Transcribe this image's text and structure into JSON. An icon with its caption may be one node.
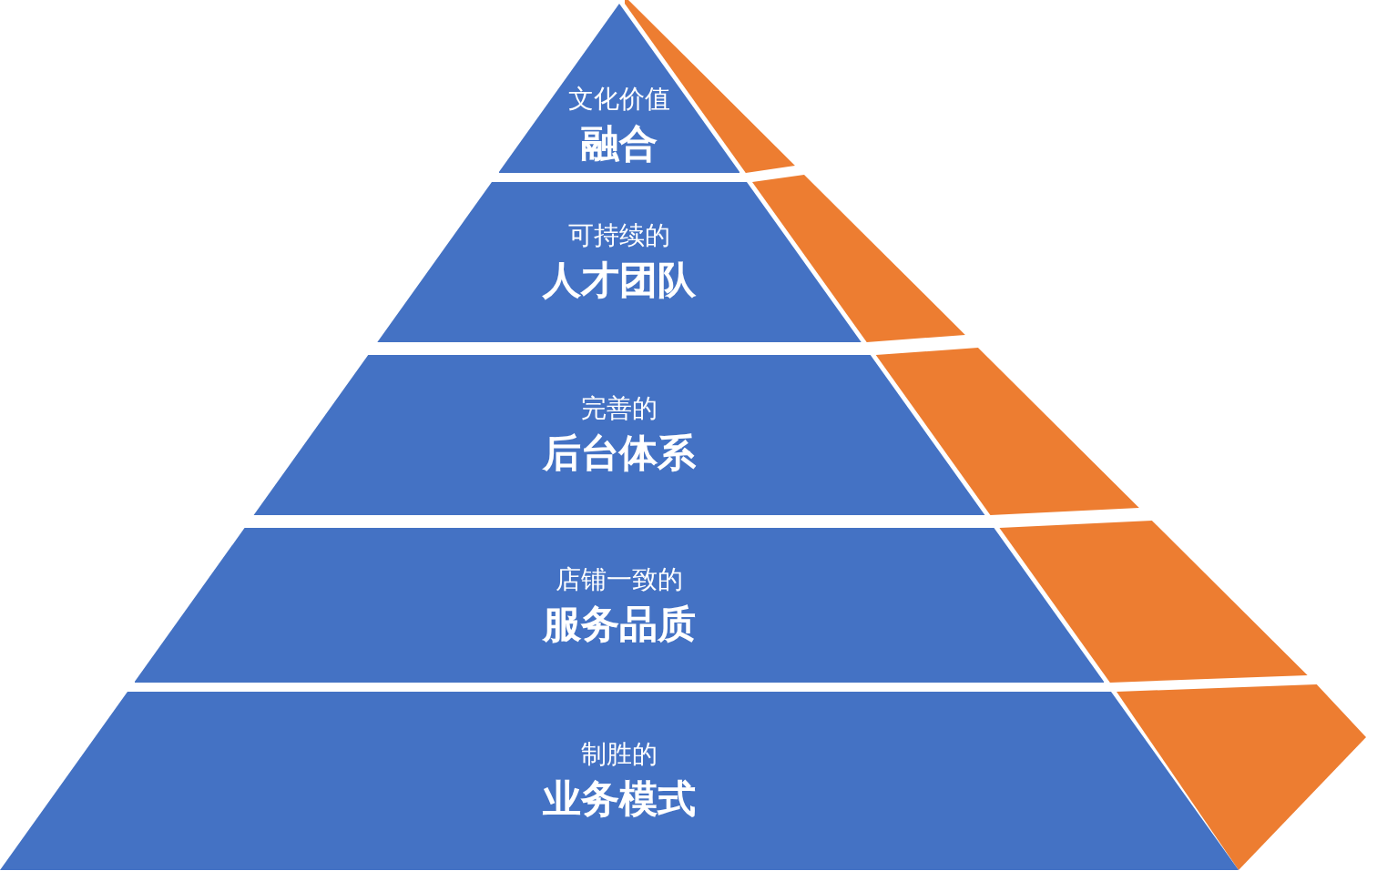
{
  "diagram": {
    "nodes": [
      {
        "text": [
          "文化价值",
          "融合"
        ]
      },
      {
        "text": [
          "可持续的",
          "人才团队"
        ]
      },
      {
        "text": [
          "完善的",
          "后台体系"
        ]
      },
      {
        "text": [
          "店铺一致的",
          "服务品质"
        ]
      },
      {
        "text": [
          "制胜的",
          "业务模式"
        ]
      }
    ]
  }
}
